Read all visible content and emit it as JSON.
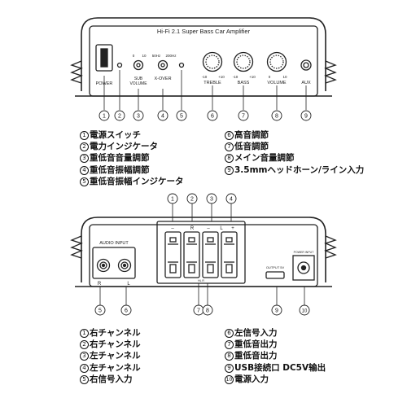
{
  "top_panel": {
    "title": "Hi-Fi 2.1 Super Bass Car Amplifier",
    "labels": {
      "power": "POWER",
      "sub_volume": "SUB",
      "sub_volume_2": "VOLUME",
      "sub_min": "0",
      "sub_max": "10",
      "xover": "X-OVER",
      "xover_min": "50Hz",
      "xover_max": "200Hz",
      "treble": "TREBLE",
      "bass": "BASS",
      "volume": "VOLUME",
      "aux": "AUX",
      "tone_min": "-10",
      "tone_max": "+10",
      "vol_min": "0",
      "vol_max": "10"
    },
    "callouts": [
      "1",
      "2",
      "3",
      "4",
      "5",
      "6",
      "7",
      "8",
      "9"
    ]
  },
  "top_legend": {
    "left": [
      "電源スイッチ",
      "電力インジケータ",
      "重低音音量調節",
      "重低音振幅調節",
      "重低音振幅インジケータ"
    ],
    "right": [
      "高音調節",
      "低音調節",
      "メイン音量調節",
      "3.5mmヘッドホーン/ライン入力"
    ],
    "left_nums": [
      "1",
      "2",
      "3",
      "4",
      "5"
    ],
    "right_nums": [
      "6",
      "7",
      "8",
      "9"
    ]
  },
  "bottom_panel": {
    "labels": {
      "audio_input": "AUDIO INPUT",
      "r": "R",
      "l": "L",
      "minus1": "–",
      "r_label": "R",
      "minus2": "–",
      "l_label": "L",
      "plus": "+",
      "output": "OUTPUT 5V",
      "power_input": "POWER INPUT",
      "hlr": "HL R"
    },
    "top_callouts": [
      "1",
      "2",
      "3",
      "4"
    ],
    "bottom_callouts": [
      "5",
      "6",
      "7",
      "8",
      "9",
      "10"
    ]
  },
  "bottom_legend": {
    "left": [
      "右チャンネル",
      "右チャンネル",
      "左チャンネル",
      "左チャンネル",
      "右信号入力"
    ],
    "right": [
      "左信号入力",
      "重低音出力",
      "重低音出力",
      "USB接続口 DC5V输出",
      "電源入力"
    ],
    "left_nums": [
      "1",
      "2",
      "3",
      "4",
      "5"
    ],
    "right_nums": [
      "6",
      "7",
      "8",
      "9",
      "10"
    ]
  }
}
